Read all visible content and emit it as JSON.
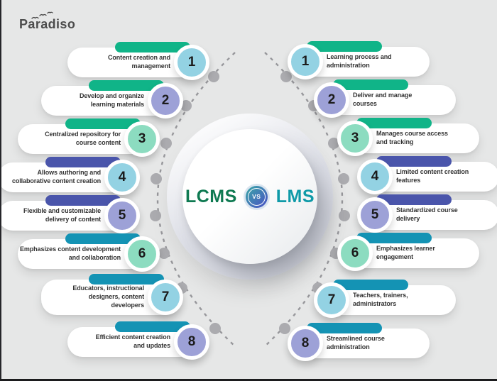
{
  "logo": {
    "text": "Paradiso"
  },
  "center": {
    "left_label": "LCMS",
    "vs_label": "VS",
    "right_label": "LMS"
  },
  "palette": {
    "background": "#e6e7e7",
    "bar_green": "#10b488",
    "bar_indigo": "#4a55ab",
    "bar_teal": "#1493b4",
    "circle_lightblue": "#93d2e3",
    "circle_lavender": "#9da1d7",
    "circle_mint": "#8cdcc0",
    "lcms_text": "#0f7a52",
    "lms_text": "#0f9aa8",
    "vs_gradient_start": "#3aa8a6",
    "vs_gradient_end": "#4a4fc5",
    "dotted_line": "#97979b",
    "dot": "#ababaf"
  },
  "left_items": [
    {
      "number": "1",
      "text": "Content creation and\nmanagement",
      "bar": "green",
      "circle": "lightblue"
    },
    {
      "number": "2",
      "text": "Develop and organize\nlearning materials",
      "bar": "green",
      "circle": "lavender"
    },
    {
      "number": "3",
      "text": "Centralized repository for\ncourse content",
      "bar": "green",
      "circle": "mint"
    },
    {
      "number": "4",
      "text": "Allows authoring and\ncollaborative content creation",
      "bar": "indigo",
      "circle": "lightblue"
    },
    {
      "number": "5",
      "text": "Flexible and customizable\ndelivery of content",
      "bar": "indigo",
      "circle": "lavender"
    },
    {
      "number": "6",
      "text": "Emphasizes content development\nand collaboration",
      "bar": "teal",
      "circle": "mint"
    },
    {
      "number": "7",
      "text": "Educators, instructional\ndesigners, content\ndevelopers",
      "bar": "teal",
      "circle": "lightblue"
    },
    {
      "number": "8",
      "text": "Efficient content creation\nand updates",
      "bar": "teal",
      "circle": "lavender"
    }
  ],
  "right_items": [
    {
      "number": "1",
      "text": "Learning process and\nadministration",
      "bar": "green",
      "circle": "lightblue"
    },
    {
      "number": "2",
      "text": "Deliver and manage\ncourses",
      "bar": "green",
      "circle": "lavender"
    },
    {
      "number": "3",
      "text": "Manages course access\nand tracking",
      "bar": "green",
      "circle": "mint"
    },
    {
      "number": "4",
      "text": "Limited content creation\nfeatures",
      "bar": "indigo",
      "circle": "lightblue"
    },
    {
      "number": "5",
      "text": "Standardized course\ndelivery",
      "bar": "indigo",
      "circle": "lavender"
    },
    {
      "number": "6",
      "text": "Emphasizes learner\nengagement",
      "bar": "teal",
      "circle": "mint"
    },
    {
      "number": "7",
      "text": "Teachers, trainers,\nadministrators",
      "bar": "teal",
      "circle": "lightblue"
    },
    {
      "number": "8",
      "text": "Streamlined course\nadministration",
      "bar": "teal",
      "circle": "lavender"
    }
  ]
}
